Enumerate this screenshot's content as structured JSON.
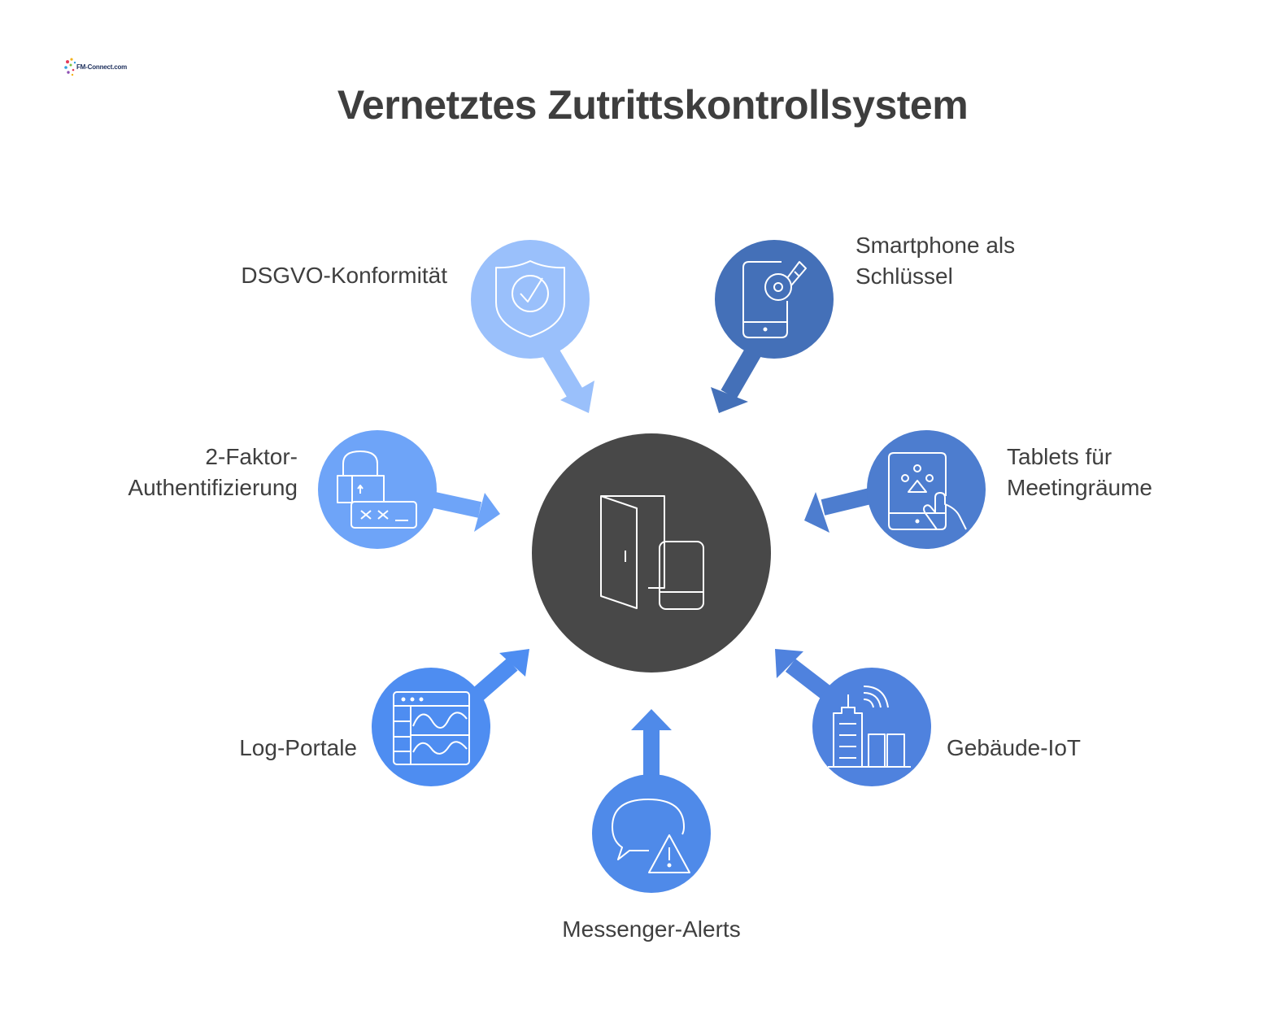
{
  "title": "Vernetztes Zutrittskontrollsystem",
  "logo": {
    "text": "FM-Connect.com"
  },
  "colors": {
    "center": "#484848",
    "dsgvo": "#9ac0fb",
    "smartphone": "#4470b8",
    "twofactor": "#6ea4f8",
    "tablets": "#4d7dcf",
    "logportale": "#4e8df1",
    "messenger": "#4f8ae9",
    "iot": "#4f82de"
  },
  "center": {
    "icon": "door-and-phone-icon"
  },
  "nodes": [
    {
      "id": "dsgvo",
      "lines": [
        "DSGVO-Konformität"
      ],
      "icon": "shield-check-icon"
    },
    {
      "id": "smartphone",
      "lines": [
        "Smartphone als",
        "Schlüssel"
      ],
      "icon": "phone-key-icon"
    },
    {
      "id": "twofactor",
      "lines": [
        "2-Faktor-",
        "Authentifizierung"
      ],
      "icon": "lock-password-icon"
    },
    {
      "id": "tablets",
      "lines": [
        "Tablets für",
        "Meetingräume"
      ],
      "icon": "tablet-hand-icon"
    },
    {
      "id": "logportale",
      "lines": [
        "Log-Portale"
      ],
      "icon": "dashboard-chart-icon"
    },
    {
      "id": "messenger",
      "lines": [
        "Messenger-Alerts"
      ],
      "icon": "chat-alert-icon"
    },
    {
      "id": "iot",
      "lines": [
        "Gebäude-IoT"
      ],
      "icon": "building-signal-icon"
    }
  ]
}
